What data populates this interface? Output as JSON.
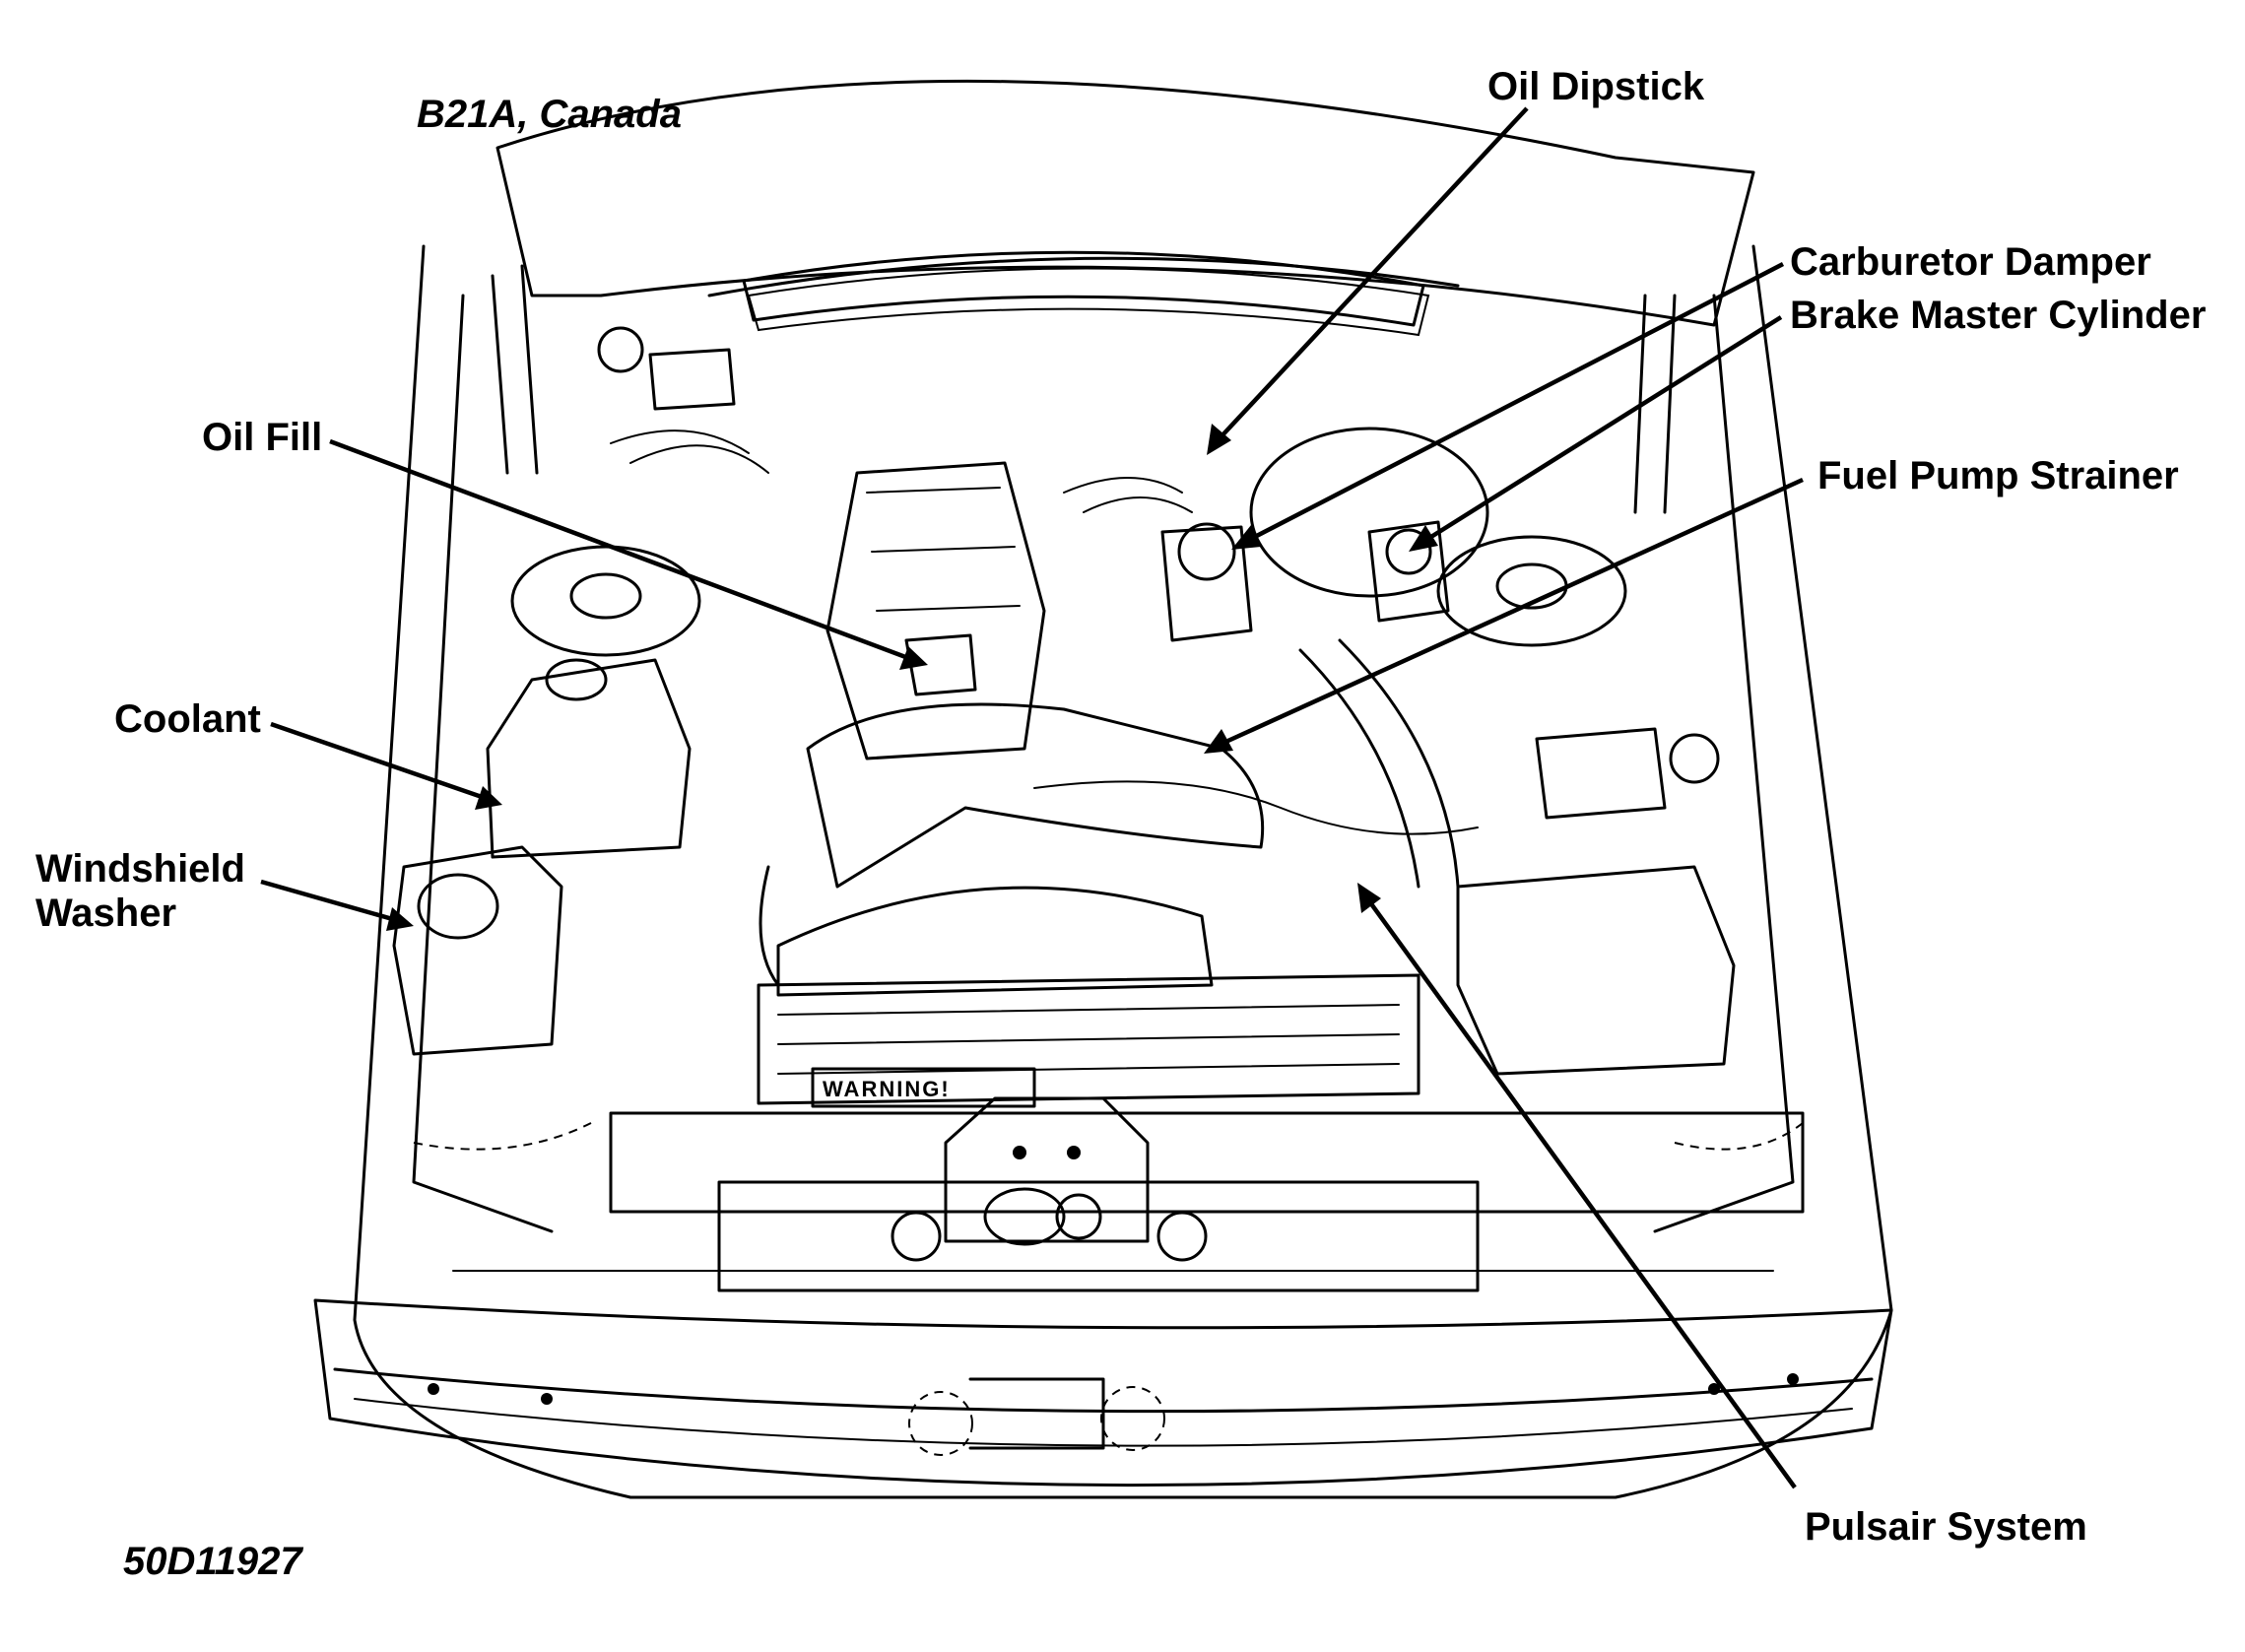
{
  "header": {
    "model_caption": "B21A, Canada"
  },
  "footer": {
    "figure_code": "50D11927"
  },
  "callouts": {
    "oil_dipstick": "Oil Dipstick",
    "carburetor_damper": "Carburetor Damper",
    "brake_master_cylinder": "Brake Master Cylinder",
    "oil_fill": "Oil Fill",
    "fuel_pump_strainer": "Fuel Pump Strainer",
    "coolant": "Coolant",
    "windshield_washer_line1": "Windshield",
    "windshield_washer_line2": "Washer",
    "pulsair_system": "Pulsair System"
  },
  "drawing": {
    "warning_plate": "WARNING!"
  }
}
